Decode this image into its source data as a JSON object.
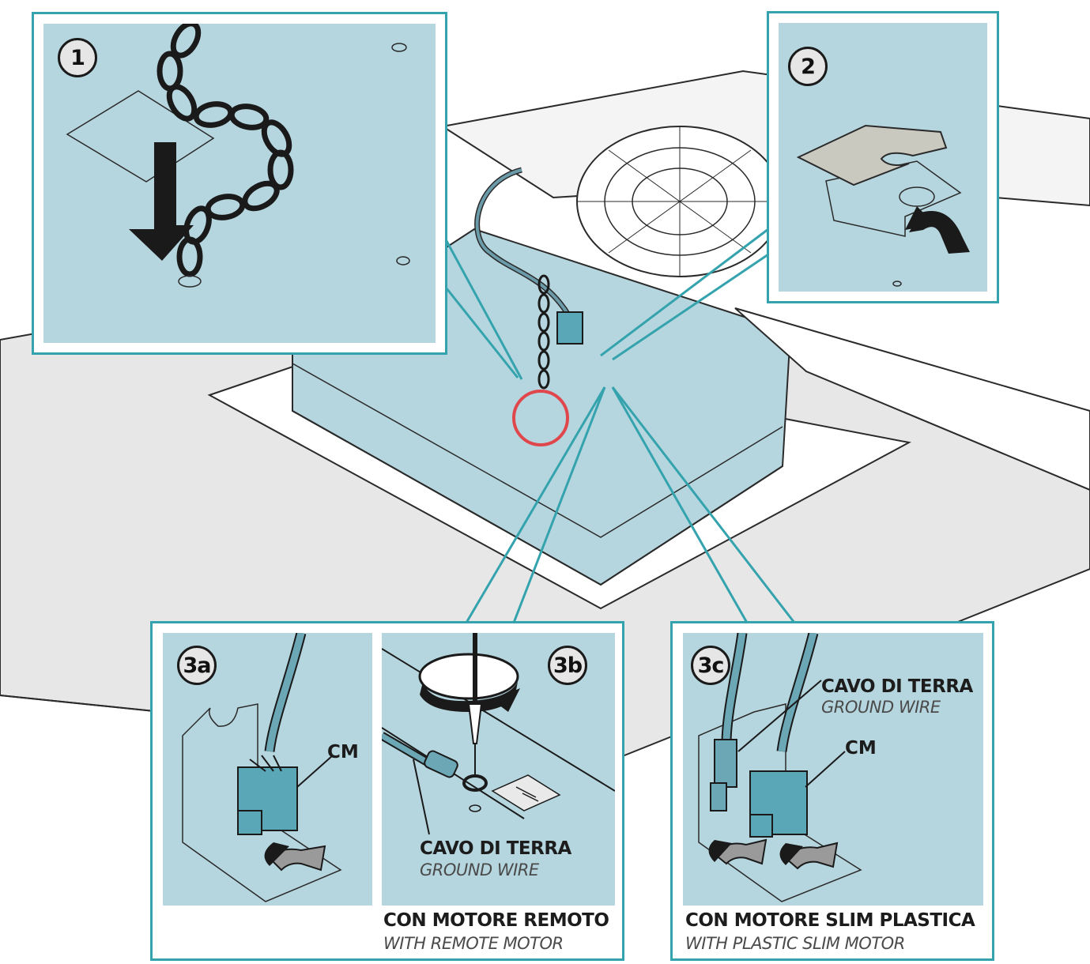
{
  "steps": {
    "step1": {
      "badge": "1"
    },
    "step2": {
      "badge": "2"
    },
    "step3a": {
      "badge": "3a",
      "connector_label": "CM"
    },
    "step3b": {
      "badge": "3b",
      "wire_label": "CAVO DI TERRA",
      "wire_label_en": "GROUND WIRE"
    },
    "step3c": {
      "badge": "3c",
      "wire_label": "CAVO DI TERRA",
      "wire_label_en": "GROUND WIRE",
      "connector_label": "CM"
    }
  },
  "captions": {
    "remote_motor": "CON MOTORE REMOTO",
    "remote_motor_en": "WITH REMOTE MOTOR",
    "slim_motor": "CON MOTORE SLIM PLASTICA",
    "slim_motor_en": "WITH PLASTIC SLIM MOTOR"
  },
  "colors": {
    "frame": "#34a3ad",
    "panel_fill": "#b6d6df",
    "highlight_circle": "#e0474c",
    "arrow": "#1a1a1a"
  },
  "icons": [
    "chain-icon",
    "down-arrow-icon",
    "curved-arrow-icon",
    "rotate-arrow-icon",
    "screwdriver-icon",
    "connector-icon",
    "ground-symbol-icon"
  ]
}
